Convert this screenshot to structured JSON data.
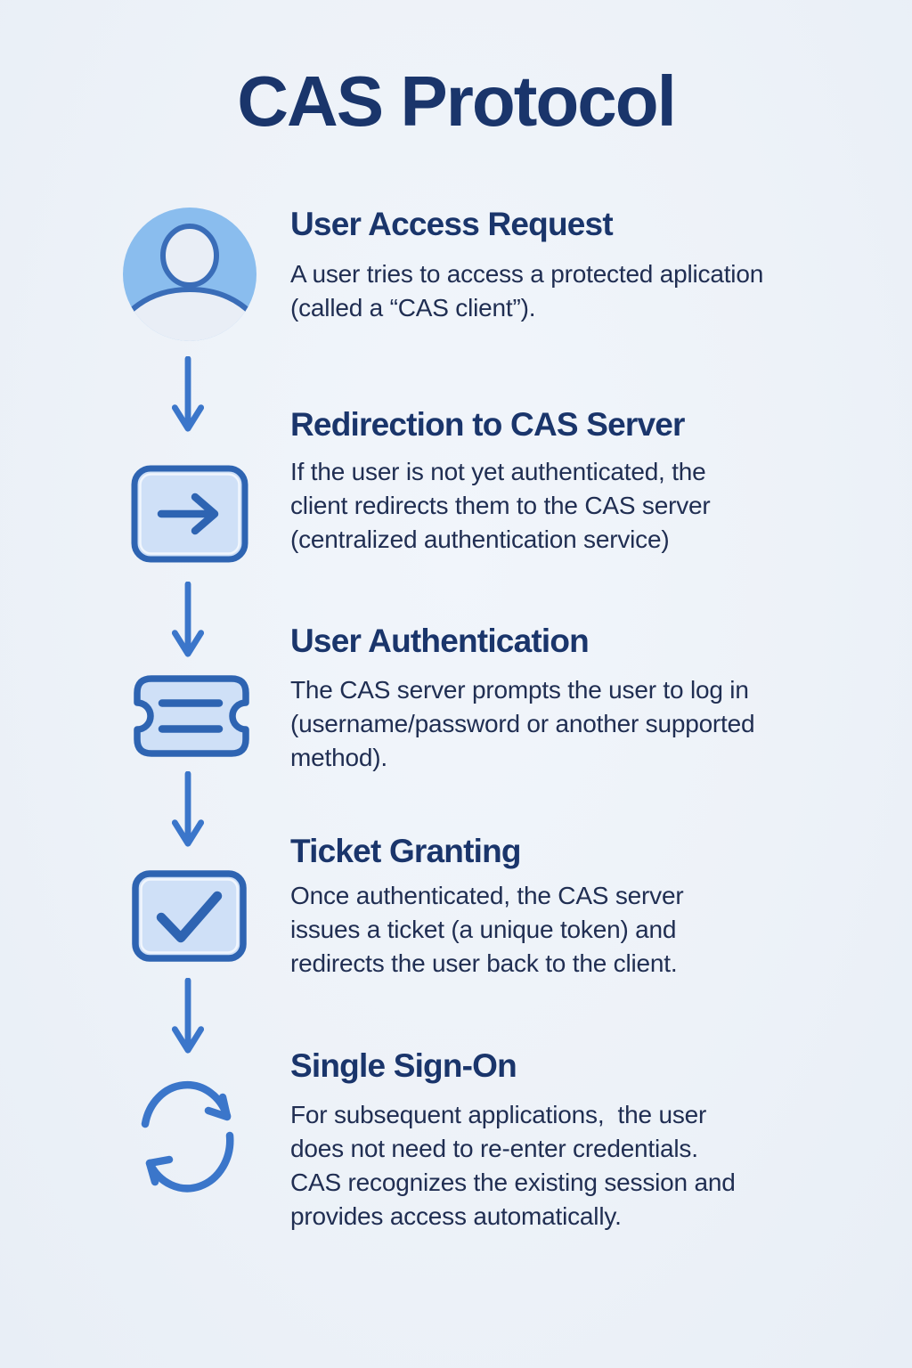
{
  "title": "CAS Protocol",
  "colors": {
    "background": "#edf2f8",
    "heading": "#1a356b",
    "body_text": "#202e52",
    "icon_stroke": "#2e64b2",
    "icon_fill": "#cfe0f7",
    "avatar_background": "#8abdee",
    "avatar_figure_fill": "#e9eef6",
    "flow_arrow": "#3b76ca"
  },
  "steps": [
    {
      "icon": "user-icon",
      "title": "User Access Request",
      "description": "A user tries to access a protected aplication\n(called a “CAS client”)."
    },
    {
      "icon": "redirect-arrow-icon",
      "title": "Redirection to CAS Server",
      "description": "If the user is not yet authenticated, the\nclient redirects them to the CAS server\n(centralized authentication service)"
    },
    {
      "icon": "ticket-icon",
      "title": "User Authentication",
      "description": "The CAS server prompts the user to log in\n(username/password or another supported\nmethod)."
    },
    {
      "icon": "checkbox-icon",
      "title": "Ticket Granting",
      "description": "Once authenticated, the CAS server\nissues a ticket (a unique token) and\nredirects the user back to the client."
    },
    {
      "icon": "sync-icon",
      "title": "Single Sign-On",
      "description": "For subsequent applications,  the user\ndoes not need to re-enter credentials.\nCAS recognizes the existing session and\nprovides access automatically."
    }
  ]
}
